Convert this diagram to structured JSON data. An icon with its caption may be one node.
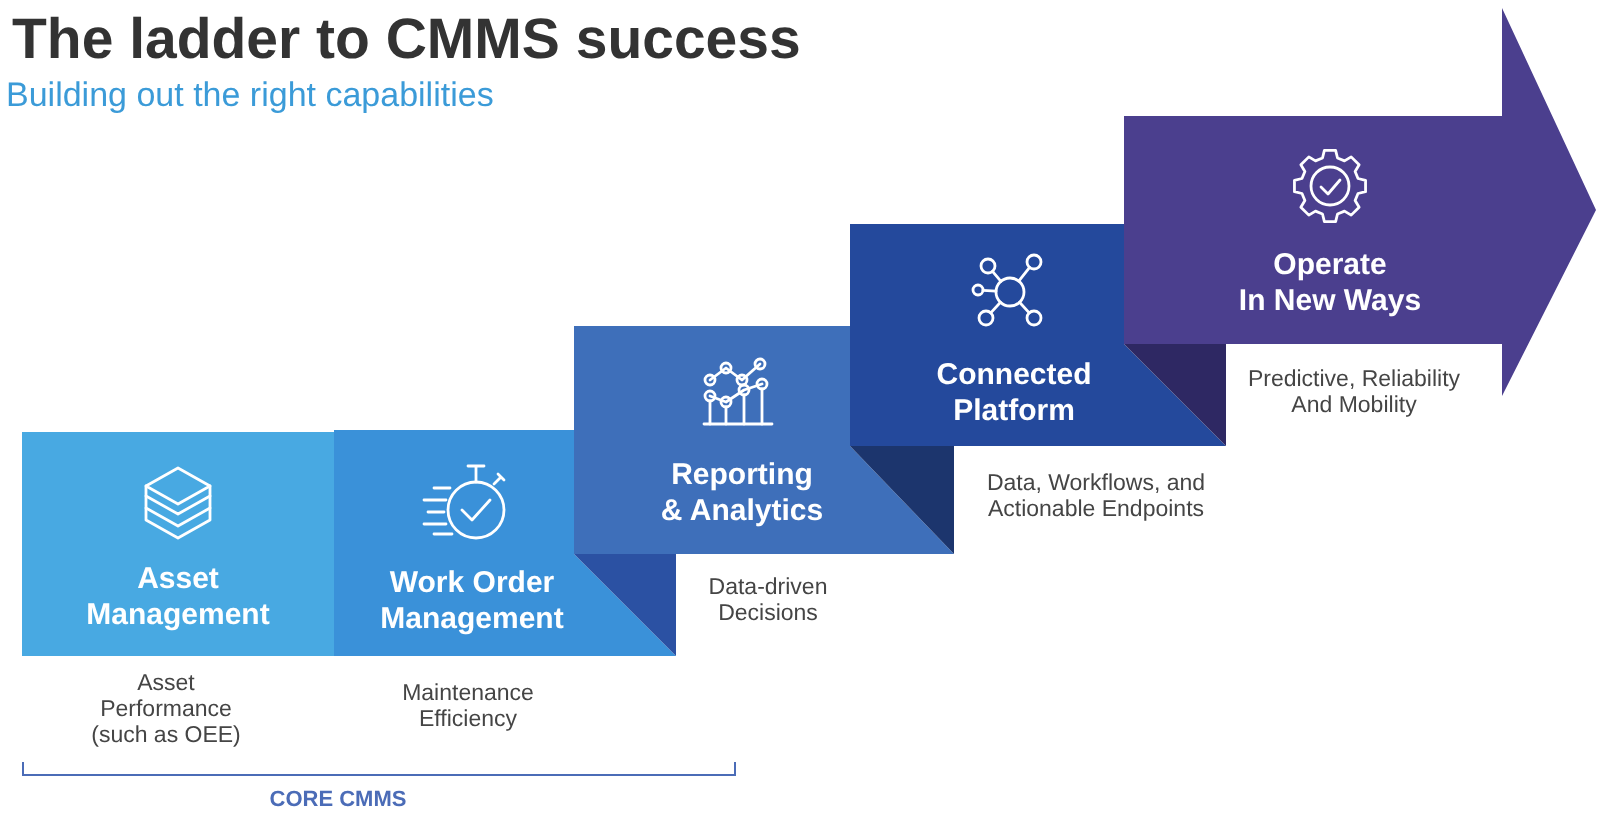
{
  "diagram": {
    "title": "The ladder to CMMS success",
    "nodes": [
      {
        "text": [
          "Asset Management"
        ],
        "beside": [
          "Asset Performance (such as OEE)"
        ]
      },
      {
        "text": [
          "Work Order Management"
        ],
        "beside": [
          "Maintenance Efficiency"
        ]
      },
      {
        "text": [
          "Reporting & Analytics"
        ],
        "beside": [
          "Data-driven Decisions"
        ]
      },
      {
        "text": [
          "Connected Platform"
        ],
        "beside": [
          "Data, Workflows, and Actionable Endpoints"
        ]
      },
      {
        "text": [
          "Operate In New Ways"
        ],
        "beside": [
          "Predictive, Reliability And Mobility"
        ]
      }
    ],
    "labels": [
      "Building out the right capabilities",
      "CORE CMMS"
    ]
  }
}
